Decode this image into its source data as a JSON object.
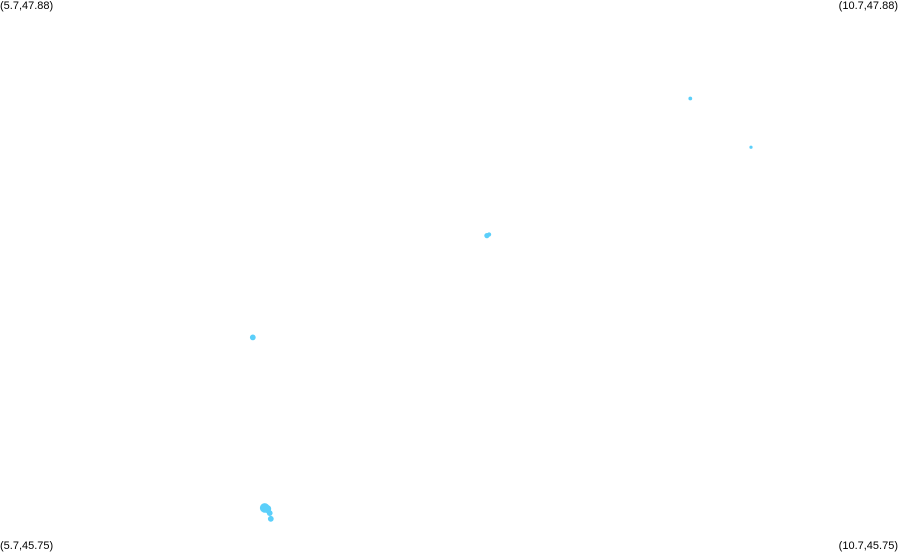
{
  "map": {
    "corners": {
      "top_left": "(5.7,47.88)",
      "top_right": "(10.7,47.88)",
      "bottom_left": "(5.7,45.75)",
      "bottom_right": "(10.7,45.75)"
    },
    "bounds": {
      "lon_min": 5.7,
      "lon_max": 10.7,
      "lat_min": 45.75,
      "lat_max": 47.88
    },
    "feature_color": "#5bcffa",
    "features": [
      {
        "lon": 9.539,
        "lat": 47.5,
        "size": 1.2
      },
      {
        "lon": 9.877,
        "lat": 47.312,
        "size": 1.0
      },
      {
        "lon": 8.408,
        "lat": 46.971,
        "size": 1.6
      },
      {
        "lon": 8.42,
        "lat": 46.975,
        "size": 1.3
      },
      {
        "lon": 7.106,
        "lat": 46.578,
        "size": 1.8
      },
      {
        "lon": 7.172,
        "lat": 45.92,
        "size": 3.0
      },
      {
        "lon": 7.186,
        "lat": 45.916,
        "size": 2.5
      },
      {
        "lon": 7.2,
        "lat": 45.9,
        "size": 1.8
      },
      {
        "lon": 7.206,
        "lat": 45.878,
        "size": 1.8
      }
    ]
  }
}
